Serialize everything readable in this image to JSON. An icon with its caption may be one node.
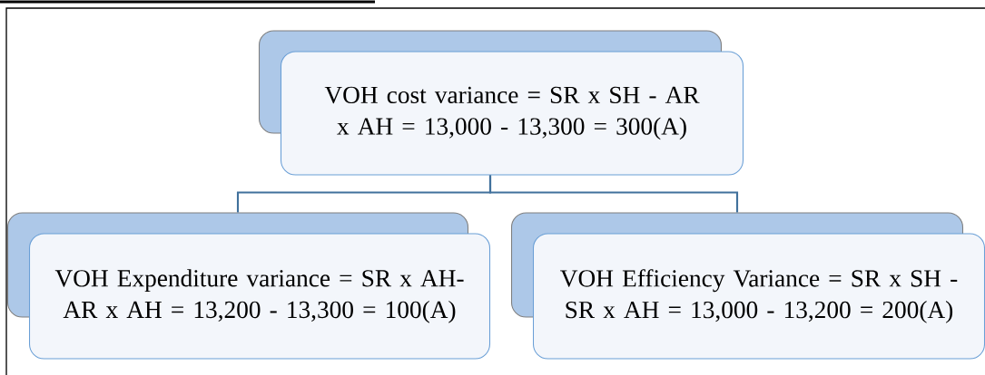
{
  "diagram": {
    "nodes": [
      {
        "text": [
          "VOH cost variance = SR x SH - AR x AH = 13,000 - 13,300 = 300(A)"
        ]
      },
      {
        "text": [
          "VOH Expenditure variance = SR x AH- AR x AH = 13,200 - 13,300 = 100(A)"
        ]
      },
      {
        "text": [
          "VOH Efficiency Variance = SR x SH - SR x AH = 13,000 - 13,200 = 200(A)"
        ]
      }
    ],
    "edges": [
      {
        "from": 0,
        "to": 1,
        "arrow": "none"
      },
      {
        "from": 0,
        "to": 2,
        "arrow": "none"
      }
    ]
  }
}
